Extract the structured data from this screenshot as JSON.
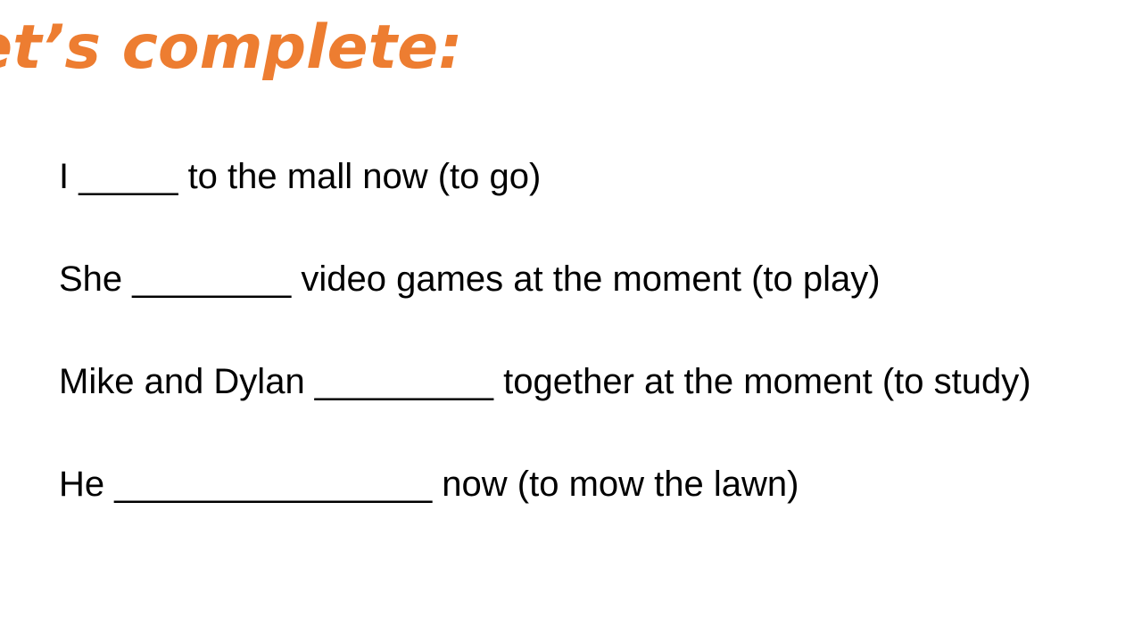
{
  "slide": {
    "title": "et’s complete:",
    "title_color": "#ed7d31",
    "text_color": "#000000",
    "exercises": [
      "I _____ to the mall now (to go)",
      "She ________ video games at the moment (to play)",
      "Mike and Dylan _________ together at the moment (to study)",
      "He ________________ now (to mow the lawn)"
    ]
  }
}
